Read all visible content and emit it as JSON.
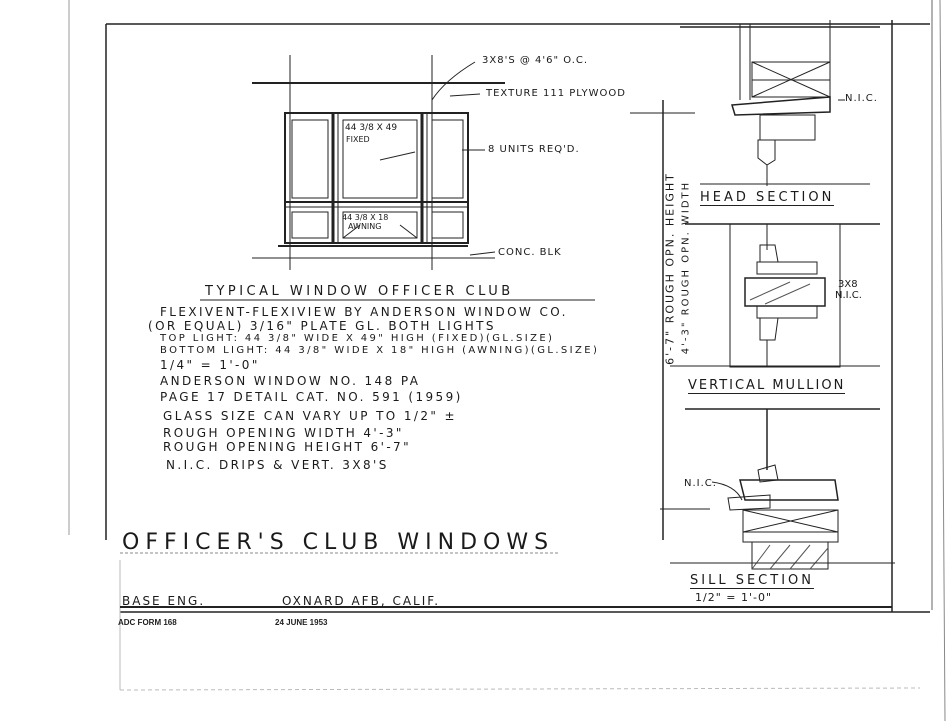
{
  "sheet": {
    "title": "OFFICER'S CLUB WINDOWS",
    "office": "BASE ENG.",
    "location": "OXNARD AFB, CALIF.",
    "form": "ADC FORM 168",
    "date": "24 JUNE 1953"
  },
  "elevation": {
    "callout_framing": "3X8'S @ 4'6\" O.C.",
    "callout_siding": "TEXTURE 111 PLYWOOD",
    "callout_units": "8 UNITS REQ'D.",
    "callout_base": "CONC. BLK",
    "top_light_label_1": "44 3/8 X 49",
    "top_light_label_2": "FIXED",
    "bottom_light_label_1": "44 3/8 X 18",
    "bottom_light_label_2": "AWNING",
    "caption": "TYPICAL WINDOW OFFICER CLUB"
  },
  "notes": [
    "FLEXIVENT-FLEXIVIEW BY ANDERSON WINDOW CO.",
    "(OR EQUAL)       3/16\" PLATE GL. BOTH LIGHTS",
    "TOP LIGHT: 44 3/8\" WIDE X 49\" HIGH (FIXED)(GL.SIZE)",
    "BOTTOM LIGHT: 44 3/8\" WIDE X 18\" HIGH (AWNING)(GL.SIZE)",
    "1/4\" = 1'-0\"",
    "ANDERSON WINDOW NO. 148 PA",
    "PAGE 17 DETAIL CAT. NO. 591 (1959)",
    "GLASS SIZE CAN VARY UP TO 1/2\" ±",
    "ROUGH OPENING WIDTH     4'-3\"",
    "ROUGH OPENING HEIGHT    6'-7\"",
    "N.I.C. DRIPS & VERT. 3X8'S"
  ],
  "dimensions": {
    "rough_height": "6'-7\" ROUGH OPN. HEIGHT",
    "rough_width": "4'-3\" ROUGH OPN. WIDTH"
  },
  "sections": {
    "head": {
      "title": "HEAD SECTION",
      "callout": "N.I.C."
    },
    "mullion": {
      "title": "VERTICAL MULLION",
      "callout_1": "3X8",
      "callout_2": "N.I.C."
    },
    "sill": {
      "title": "SILL SECTION",
      "callout": "N.I.C.",
      "scale": "1/2\" = 1'-0\""
    }
  }
}
